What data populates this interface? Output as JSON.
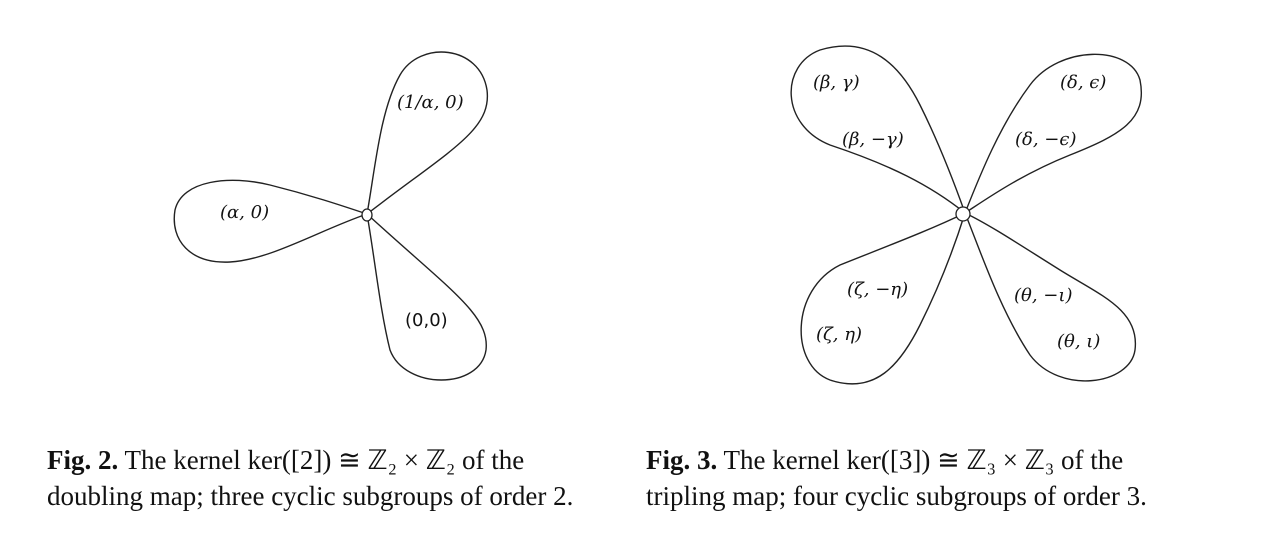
{
  "fig2": {
    "labels": {
      "alpha": "(α, 0)",
      "inv_alpha": "(1/α, 0)",
      "zero": "(0,0)"
    }
  },
  "fig3": {
    "labels": {
      "beta_gamma": "(β, γ)",
      "beta_neg_gamma": "(β, −γ)",
      "delta_eps": "(δ, ϵ)",
      "delta_neg_eps": "(δ, −ϵ)",
      "zeta_neg_eta": "(ζ, −η)",
      "zeta_eta": "(ζ, η)",
      "theta_neg_iota": "(θ, −ι)",
      "theta_iota": "(θ, ι)"
    }
  },
  "captions": {
    "fig2": {
      "label": "Fig. 2.",
      "text": " The kernel ker([2]) ≅ ℤ₂ × ℤ₂ of the doubling map; three cyclic subgroups of order 2."
    },
    "fig3": {
      "label": "Fig. 3.",
      "text": " The kernel ker([3]) ≅ ℤ₃ × ℤ₃ of the tripling map; four cyclic subgroups of order 3."
    }
  }
}
